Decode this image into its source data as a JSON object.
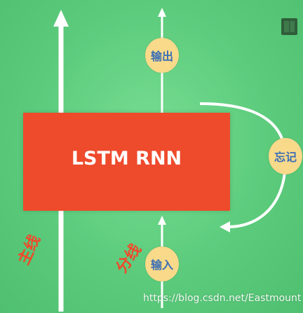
{
  "diagram": {
    "box_label": "LSTM RNN",
    "output_label": "输出",
    "forget_label": "忘记",
    "input_label": "输入",
    "main_line_label": "主线",
    "branch_line_label": "分线"
  },
  "watermark": "https://blog.csdn.net/Eastmount",
  "colors": {
    "background": "#5ccb7c",
    "box": "#ee4a2c",
    "bubble": "#f9d98a",
    "bubble_text": "#3b6fb6",
    "handwriting": "#ef4a2b"
  },
  "icons": [
    "book-icon"
  ]
}
